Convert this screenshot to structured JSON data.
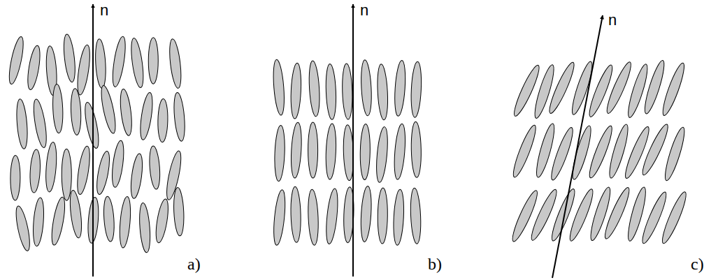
{
  "diagram": {
    "labels": [
      "n",
      "n",
      "n",
      "a)",
      "b)",
      "c)"
    ]
  }
}
